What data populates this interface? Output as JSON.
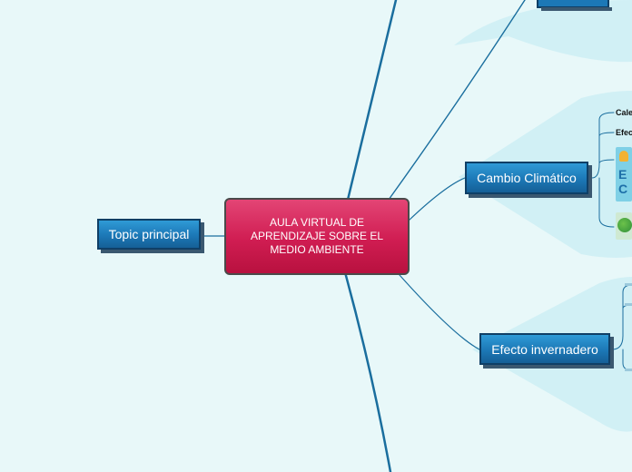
{
  "mindmap": {
    "central_topic": "AULA VIRTUAL DE APRENDIZAJE SOBRE EL MEDIO AMBIENTE",
    "left_topic": "Topic principal",
    "branches": {
      "cambio": {
        "label": "Cambio Climático",
        "subtopics": [
          "Cale",
          "Efec"
        ]
      },
      "efecto": {
        "label": "Efecto invernadero"
      }
    },
    "thumbnail_text": [
      "E",
      "C"
    ]
  },
  "colors": {
    "background": "#e8f8f9",
    "central_fill": "#d01d52",
    "topic_fill": "#1c78b6",
    "connector": "#1a6e9e",
    "branch_area": "#cdeef5"
  }
}
